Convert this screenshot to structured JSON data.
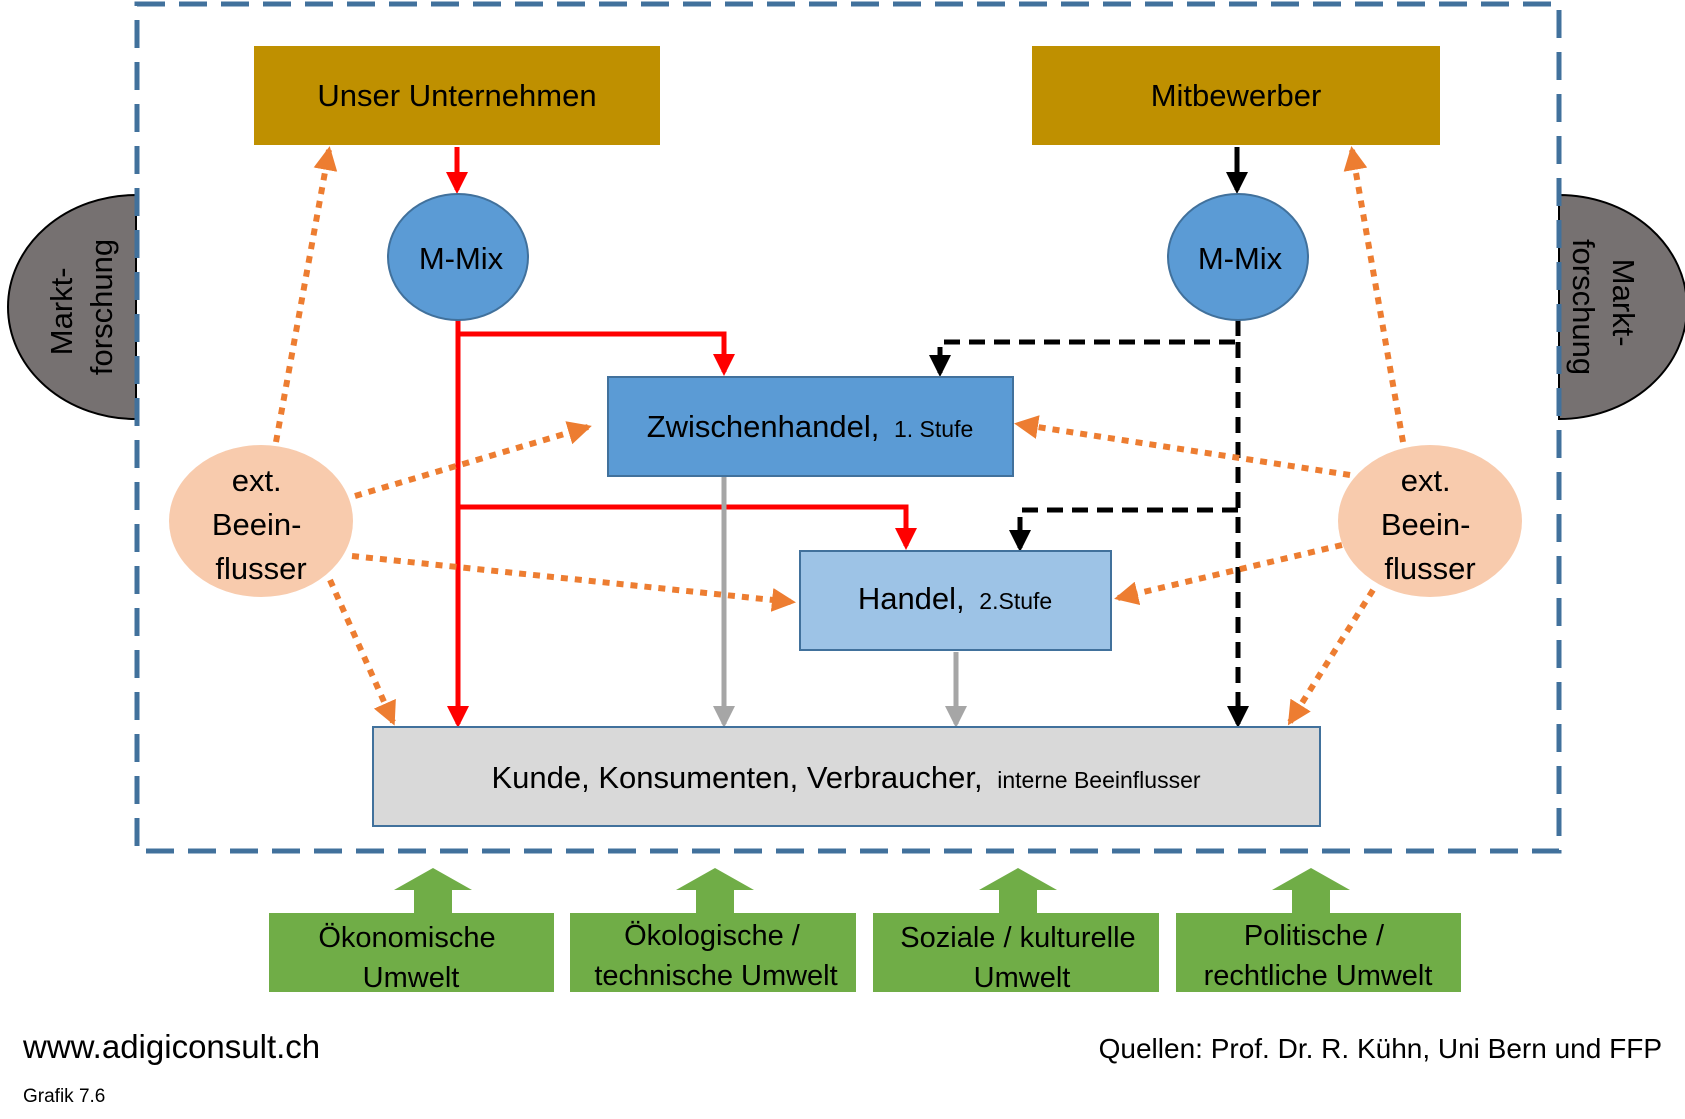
{
  "company": {
    "label": "Unser Unternehmen"
  },
  "competitor": {
    "label": "Mitbewerber"
  },
  "mmix_left": {
    "label": "M-Mix"
  },
  "mmix_right": {
    "label": "M-Mix"
  },
  "intermediary": {
    "label": "Zwischenhandel,",
    "sub": "1. Stufe"
  },
  "retail": {
    "label": "Handel,",
    "sub": "2.Stufe"
  },
  "customer": {
    "label": "Kunde, Konsumenten, Verbraucher,",
    "sub": "interne Beeinflusser"
  },
  "influencer_left": {
    "lines": [
      "ext.",
      "Beein-",
      "flusser"
    ]
  },
  "influencer_right": {
    "lines": [
      "ext.",
      "Beein-",
      "flusser"
    ]
  },
  "market_research_left": {
    "lines": [
      "Markt-",
      "forschung"
    ]
  },
  "market_research_right": {
    "lines": [
      "Markt-",
      "forschung"
    ]
  },
  "environments": [
    {
      "lines": [
        "Ökonomische",
        "Umwelt"
      ]
    },
    {
      "lines": [
        "Ökologische /",
        "technische Umwelt"
      ]
    },
    {
      "lines": [
        "Soziale / kulturelle",
        "Umwelt"
      ]
    },
    {
      "lines": [
        "Politische /",
        "rechtliche Umwelt"
      ]
    }
  ],
  "footer": {
    "website": "www.adigiconsult.ch",
    "graphic_no": "Grafik  7.6",
    "sources": "Quellen: Prof. Dr. R. Kühn, Uni Bern und FFP"
  },
  "colors": {
    "company_box": "#BF9000",
    "mmix": "#5B9BD5",
    "intermediary_box": "#5B9BD5",
    "retail_box": "#9DC3E6",
    "customer_box": "#D9D9D9",
    "influencer": "#F8CBAD",
    "market_research": "#767171",
    "environment": "#70AD47",
    "border_dash": "#41719C",
    "red_arrow": "#FF0000",
    "orange_arrow": "#ED7D31",
    "gray_arrow": "#A6A6A6"
  }
}
